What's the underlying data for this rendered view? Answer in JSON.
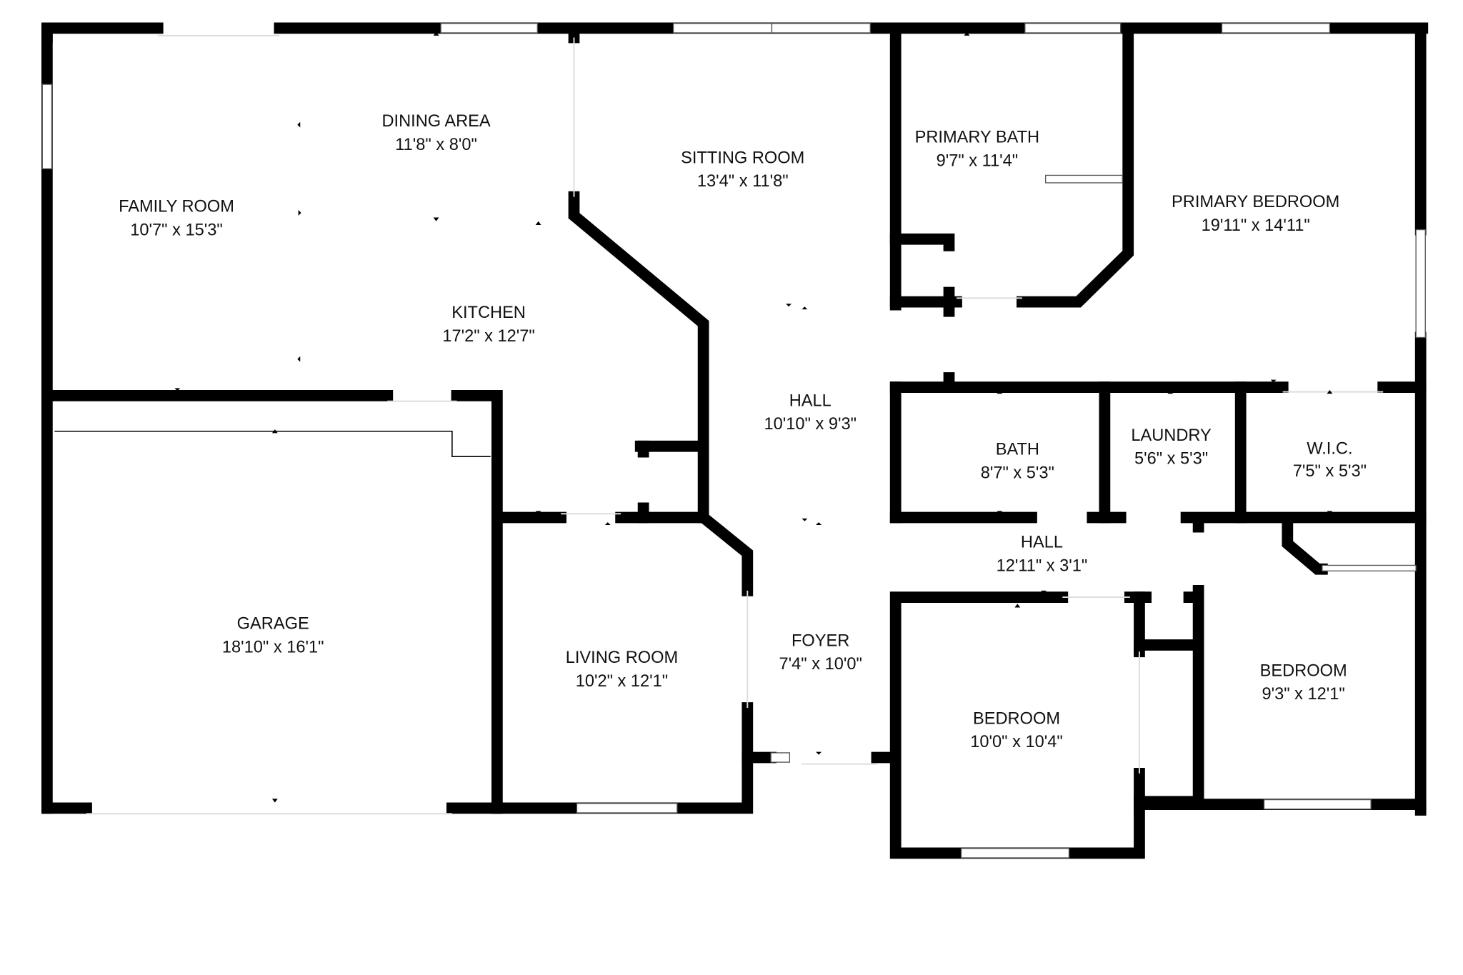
{
  "rooms": {
    "dining_area": {
      "name": "DINING AREA",
      "size": "11'8\" x 8'0\""
    },
    "family_room": {
      "name": "FAMILY ROOM",
      "size": "10'7\" x 15'3\""
    },
    "kitchen": {
      "name": "KITCHEN",
      "size": "17'2\" x 12'7\""
    },
    "sitting_room": {
      "name": "SITTING ROOM",
      "size": "13'4\" x 11'8\""
    },
    "primary_bath": {
      "name": "PRIMARY BATH",
      "size": "9'7\" x 11'4\""
    },
    "primary_bedroom": {
      "name": "PRIMARY BEDROOM",
      "size": "19'11\" x 14'11\""
    },
    "hall_main": {
      "name": "HALL",
      "size": "10'10\" x 9'3\""
    },
    "bath": {
      "name": "BATH",
      "size": "8'7\" x 5'3\""
    },
    "laundry": {
      "name": "LAUNDRY",
      "size": "5'6\" x 5'3\""
    },
    "wic": {
      "name": "W.I.C.",
      "size": "7'5\" x 5'3\""
    },
    "hall_small": {
      "name": "HALL",
      "size": "12'11\" x 3'1\""
    },
    "garage": {
      "name": "GARAGE",
      "size": "18'10\" x 16'1\""
    },
    "living_room": {
      "name": "LIVING ROOM",
      "size": "10'2\" x 12'1\""
    },
    "foyer": {
      "name": "FOYER",
      "size": "7'4\" x 10'0\""
    },
    "bedroom_center": {
      "name": "BEDROOM",
      "size": "10'0\" x 10'4\""
    },
    "bedroom_right": {
      "name": "BEDROOM",
      "size": "9'3\" x 12'1\""
    }
  }
}
